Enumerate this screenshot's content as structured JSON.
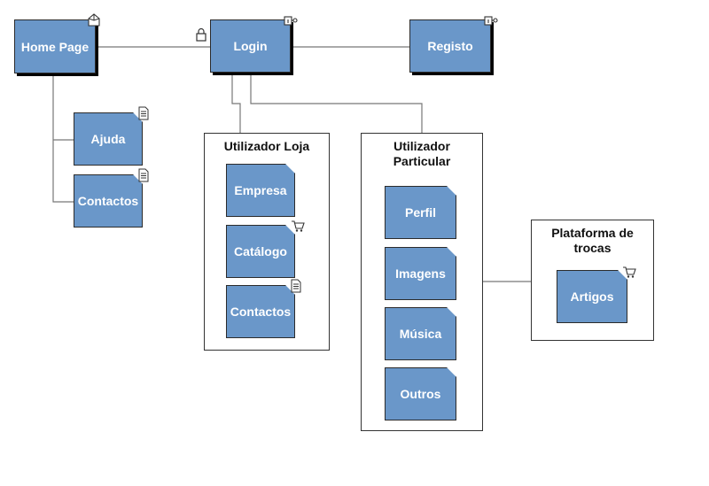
{
  "nodes": {
    "home": "Home Page",
    "login": "Login",
    "registo": "Registo",
    "ajuda": "Ajuda",
    "contactos": "Contactos",
    "empresa": "Empresa",
    "catalogo": "Catálogo",
    "loja_contactos": "Contactos",
    "perfil": "Perfil",
    "imagens": "Imagens",
    "musica": "Música",
    "outros": "Outros",
    "artigos": "Artigos"
  },
  "groups": {
    "loja": "Utilizador Loja",
    "particular": "Utilizador Particular",
    "trocas": "Plataforma de trocas"
  },
  "icons": {
    "home": "home-icon",
    "login": "key-icon",
    "registo": "key-icon",
    "lock": "lock-icon",
    "ajuda": "document-icon",
    "contactos": "document-icon",
    "catalogo": "cart-icon",
    "loja_contactos": "document-icon",
    "artigos": "cart-icon"
  },
  "colors": {
    "node_fill": "#6a97c9",
    "node_text": "#ffffff",
    "connector": "#777777"
  }
}
